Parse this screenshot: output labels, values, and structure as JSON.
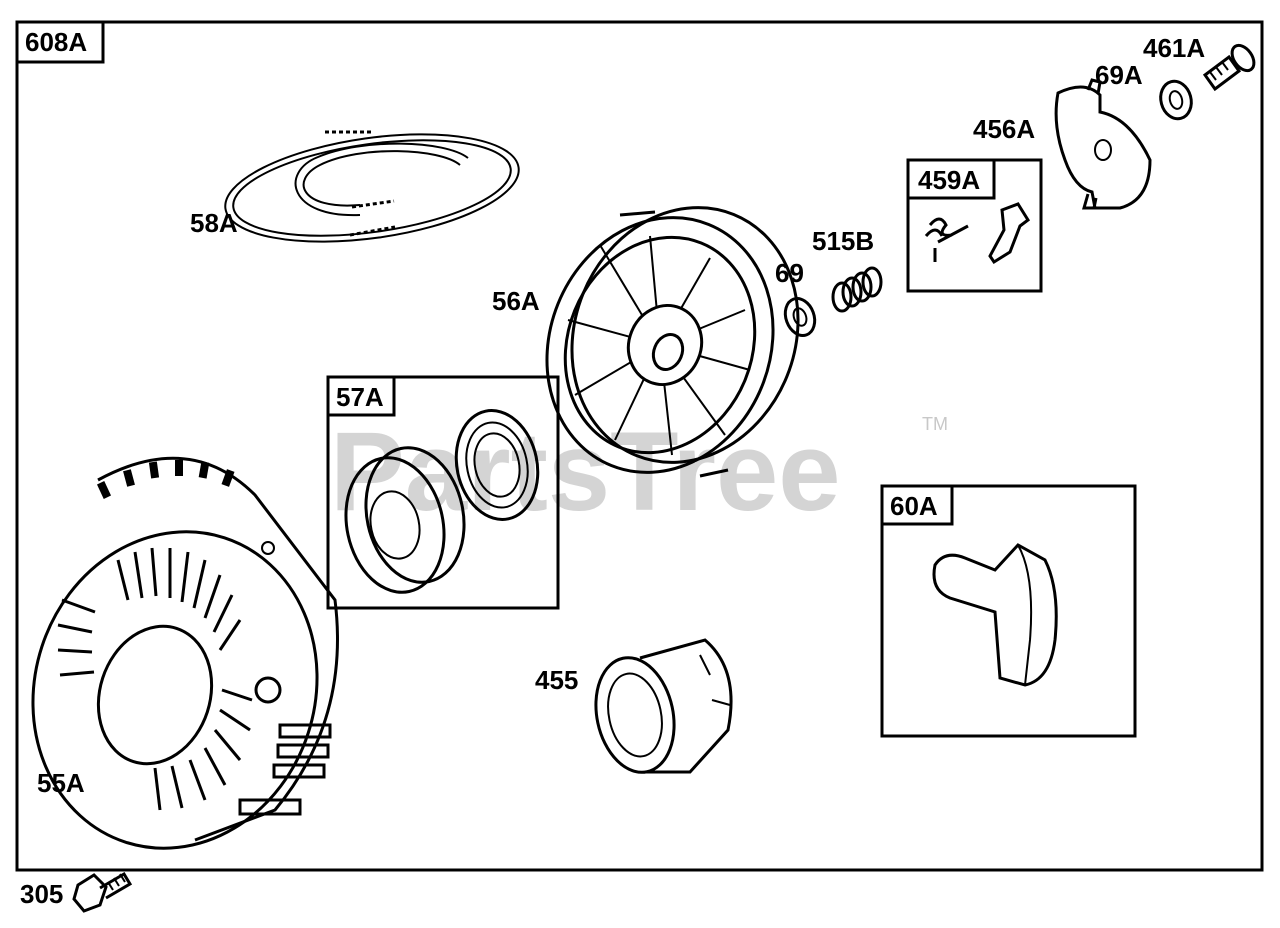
{
  "diagram": {
    "assembly_label": "608A",
    "watermark": "PartsTree",
    "trademark": "TM",
    "parts": {
      "p58A": "58A",
      "p56A": "56A",
      "p57A": "57A",
      "p55A": "55A",
      "p305": "305",
      "p455": "455",
      "p60A": "60A",
      "p69": "69",
      "p515B": "515B",
      "p459A": "459A",
      "p456A": "456A",
      "p69A": "69A",
      "p461A": "461A"
    }
  }
}
